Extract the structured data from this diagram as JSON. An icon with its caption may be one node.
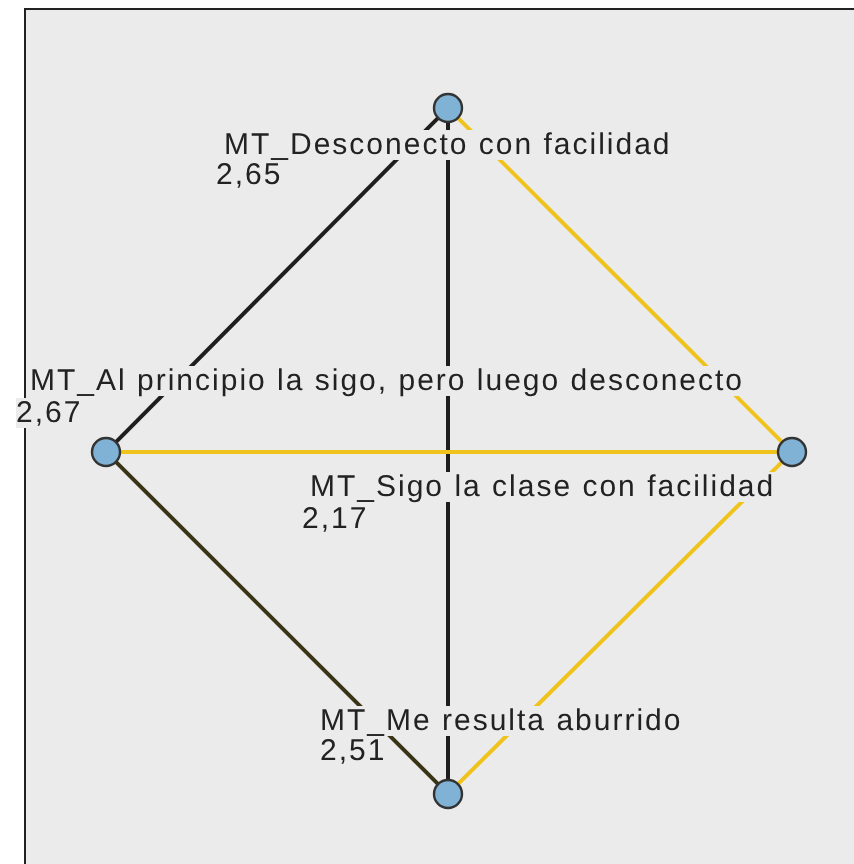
{
  "diagram": {
    "nodes": [
      {
        "text": [],
        "shape": "circle",
        "beside": [
          "MT_Desconecto con facilidad",
          "2,65"
        ]
      },
      {
        "text": [],
        "shape": "circle",
        "beside": [
          "MT_Al principio la sigo, pero luego desconecto",
          "2,67"
        ]
      },
      {
        "text": [],
        "shape": "circle",
        "beside": [
          "MT_Sigo la clase con facilidad",
          "2,17"
        ]
      },
      {
        "text": [],
        "shape": "circle",
        "beside": [
          "MT_Me resulta aburrido",
          "2,51"
        ]
      }
    ],
    "edges": [
      {
        "from": 0,
        "to": 1,
        "arrow": "none",
        "color": "#1e1e1e"
      },
      {
        "from": 0,
        "to": 3,
        "arrow": "none",
        "color": "#1e1e1e"
      },
      {
        "from": 0,
        "to": 2,
        "arrow": "none"
      },
      {
        "from": 1,
        "to": 2,
        "arrow": "none"
      },
      {
        "from": 1,
        "to": 3,
        "arrow": "none",
        "color": "#3a3416"
      },
      {
        "from": 2,
        "to": 3,
        "arrow": "none"
      }
    ]
  }
}
